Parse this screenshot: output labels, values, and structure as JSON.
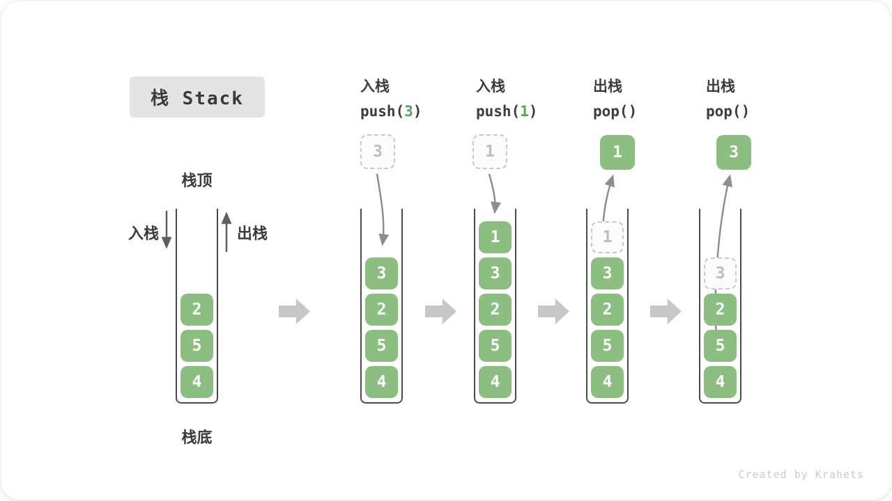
{
  "title": "栈 Stack",
  "watermark": "Created by Krahets",
  "colors": {
    "cell_green": "#8cbe82",
    "code_arg_green": "#55a45b",
    "container_stroke": "#4a4a4a",
    "curved_arrow_gray": "#8e8e8e",
    "block_arrow_gray": "#c7c7c7",
    "title_box_bg": "#e4e4e4"
  },
  "icons": {
    "flow_arrow": "right-block-arrow",
    "push_arrow": "down-arrow",
    "pop_arrow": "up-arrow",
    "curved_arrow": "curved-motion-arrow"
  },
  "side_labels": {
    "stack_top": "栈顶",
    "stack_bottom": "栈底",
    "push": "入栈",
    "pop": "出栈"
  },
  "operations": [
    {
      "name": "入栈",
      "fn_pre": "push(",
      "fn_arg": "3",
      "fn_post": ")"
    },
    {
      "name": "入栈",
      "fn_pre": "push(",
      "fn_arg": "1",
      "fn_post": ")"
    },
    {
      "name": "出栈",
      "fn_pre": "pop(",
      "fn_arg": "",
      "fn_post": ")"
    },
    {
      "name": "出栈",
      "fn_pre": "pop(",
      "fn_arg": "",
      "fn_post": ")"
    }
  ],
  "floating_values": [
    {
      "value": "3",
      "style": "dashed"
    },
    {
      "value": "1",
      "style": "dashed"
    },
    {
      "value": "1",
      "style": "solid"
    },
    {
      "value": "3",
      "style": "solid"
    }
  ],
  "stacks": [
    {
      "cells": [
        {
          "value": "2",
          "style": "solid"
        },
        {
          "value": "5",
          "style": "solid"
        },
        {
          "value": "4",
          "style": "solid"
        }
      ]
    },
    {
      "cells": [
        {
          "value": "3",
          "style": "solid"
        },
        {
          "value": "2",
          "style": "solid"
        },
        {
          "value": "5",
          "style": "solid"
        },
        {
          "value": "4",
          "style": "solid"
        }
      ]
    },
    {
      "cells": [
        {
          "value": "1",
          "style": "solid"
        },
        {
          "value": "3",
          "style": "solid"
        },
        {
          "value": "2",
          "style": "solid"
        },
        {
          "value": "5",
          "style": "solid"
        },
        {
          "value": "4",
          "style": "solid"
        }
      ]
    },
    {
      "cells": [
        {
          "value": "1",
          "style": "ghost"
        },
        {
          "value": "3",
          "style": "solid"
        },
        {
          "value": "2",
          "style": "solid"
        },
        {
          "value": "5",
          "style": "solid"
        },
        {
          "value": "4",
          "style": "solid"
        }
      ]
    },
    {
      "cells": [
        {
          "value": "3",
          "style": "ghost"
        },
        {
          "value": "2",
          "style": "solid"
        },
        {
          "value": "5",
          "style": "solid"
        },
        {
          "value": "4",
          "style": "solid"
        }
      ]
    }
  ]
}
